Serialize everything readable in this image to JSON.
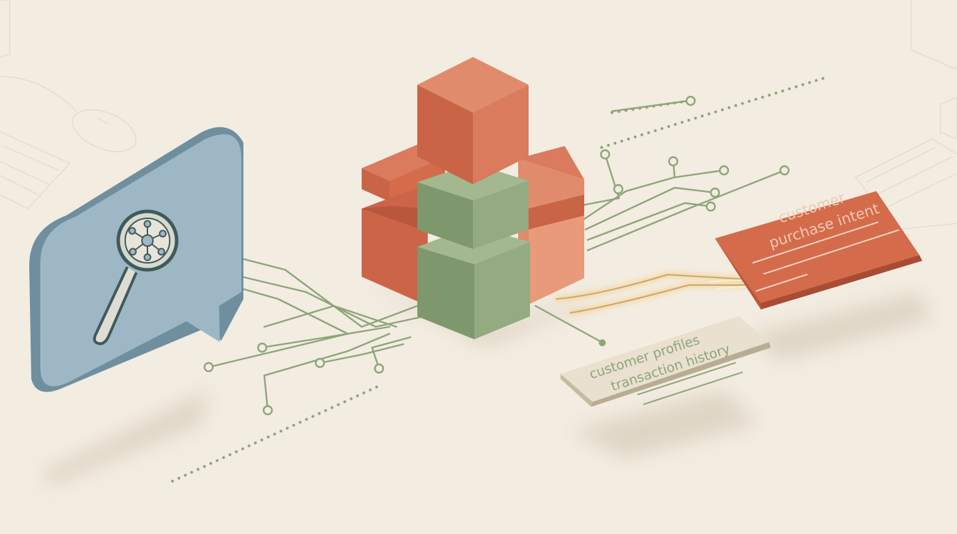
{
  "cards": {
    "source": {
      "line1": "customer profiles",
      "line2": "transaction history"
    },
    "output": {
      "line1": "customer",
      "line2": "purchase intent"
    }
  },
  "icons": {
    "bubble": "speech-bubble-icon",
    "search": "magnifier-network-icon",
    "core": "stacked-cubes-icon"
  },
  "colors": {
    "background": "#f3ece1",
    "bubble": "#9db7c5",
    "terracotta": "#d46c4b",
    "sage": "#8ea57a",
    "paper": "#e9e0cf",
    "circuit": "#8ea57a",
    "glow": "#f7c268"
  }
}
